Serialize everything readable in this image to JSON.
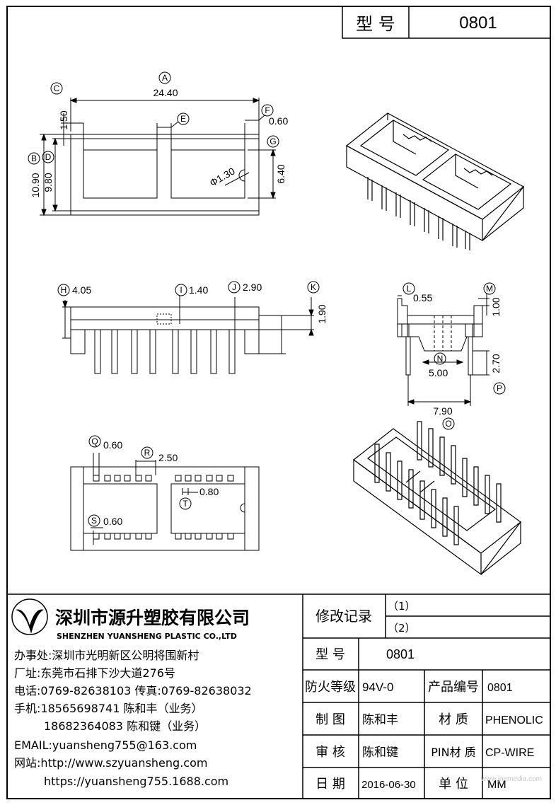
{
  "title_block": {
    "model_label": "型 号",
    "model_value": "0801"
  },
  "dimensions": {
    "a_value": "24.40",
    "c_value": "1.50",
    "f_value": "0.60",
    "b_value": "10.90",
    "d_value": "9.80",
    "g_value": "6.40",
    "hole_value": "Φ1.30",
    "h_value": "4.05",
    "i_value": "1.40",
    "j_value": "2.90",
    "k_value": "1.90",
    "l_value": "0.55",
    "m_value": "1.00",
    "n_value": "5.00",
    "p_value": "2.70",
    "width_790": "7.90",
    "q_value": "0.60",
    "r_value": "2.50",
    "t_value": "0.80",
    "s_value": "0.60"
  },
  "callouts": {
    "a": "A",
    "b": "B",
    "c": "C",
    "d": "D",
    "e": "E",
    "f": "F",
    "g": "G",
    "h": "H",
    "i": "I",
    "j": "J",
    "k": "K",
    "l": "L",
    "m": "M",
    "n": "N",
    "o": "O",
    "p": "P",
    "q": "Q",
    "r": "R",
    "s": "S",
    "t": "T"
  },
  "company": {
    "name_cn": "深圳市源升塑胶有限公司",
    "name_en": "SHENZHEN YUANSHENG PLASTIC CO.,LTD",
    "office": "办事处:深圳市光明新区公明将围新村",
    "factory": "厂址:东莞市石排下沙大道276号",
    "phone_fax": "电话:0769-82638103 传真:0769-82638032",
    "mobile1": "手机:18565698741 陈和丰（业务）",
    "mobile2": "18682364083 陈和键（业务）",
    "email": "EMAIL:yuansheng755@163.com",
    "web1": "网站:http://www.szyuansheng.com",
    "web2": "https://yuansheng755.1688.com"
  },
  "revision": {
    "label": "修改记录",
    "r1": "（1）",
    "r2": "（2）"
  },
  "info": {
    "model_label": "型 号",
    "model_value": "0801",
    "fire_label": "防火等级",
    "fire_value": "94V-0",
    "product_no_label": "产品编号",
    "product_no_value": "0801",
    "drawn_label": "制 图",
    "drawn_value": "陈和丰",
    "material_label": "材 质",
    "material_value": "PHENOLIC",
    "check_label": "审 核",
    "check_value": "陈和键",
    "pin_label": "PIN材 质",
    "pin_value": "CP-WIRE",
    "date_label": "日 期",
    "date_value": "2016-06-30",
    "unit_label": "单 位",
    "unit_value": "MM"
  },
  "watermark": "www.jnemedia.com"
}
